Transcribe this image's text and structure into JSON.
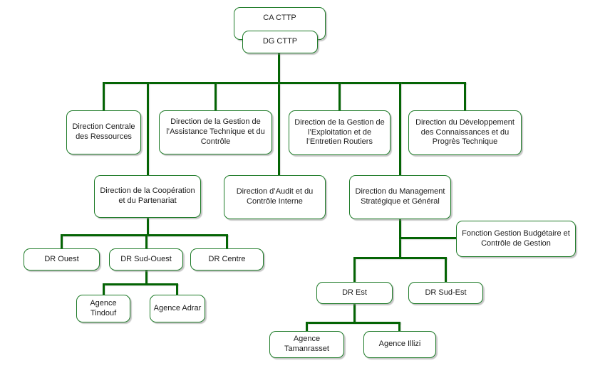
{
  "colors": {
    "box_border": "#1e7b28",
    "connector": "#046404",
    "text": "#1a1a1a",
    "background": "#ffffff"
  },
  "nodes": {
    "ca": {
      "label": "CA CTTP"
    },
    "dg": {
      "label": "DG CTTP"
    },
    "dcr": {
      "label": "Direction Centrale des Ressources"
    },
    "dgatc": {
      "label": "Direction de la Gestion de l’Assistance Technique et du Contrôle"
    },
    "dgeer": {
      "label": "Direction de la Gestion de l’Exploitation et de l’Entretien Routiers"
    },
    "ddcpt": {
      "label": "Direction du Développement des Connaissances et du Progrès Technique"
    },
    "dcp": {
      "label": "Direction de la Coopération et du Partenariat"
    },
    "daci": {
      "label": "Direction d’Audit et du Contrôle Interne"
    },
    "dmsg": {
      "label": "Direction du Management Stratégique et Général"
    },
    "fgbcg": {
      "label": "Fonction Gestion Budgétaire et Contrôle de Gestion"
    },
    "dr_ouest": {
      "label": "DR Ouest"
    },
    "dr_sud_ouest": {
      "label": "DR Sud-Ouest"
    },
    "dr_centre": {
      "label": "DR Centre"
    },
    "agence_tindouf": {
      "label": "Agence Tindouf"
    },
    "agence_adrar": {
      "label": "Agence Adrar"
    },
    "dr_est": {
      "label": "DR Est"
    },
    "dr_sud_est": {
      "label": "DR Sud-Est"
    },
    "agence_tamanrasset": {
      "label": "Agence Tamanrasset"
    },
    "agence_illizi": {
      "label": "Agence Illizi"
    }
  },
  "hierarchy": {
    "ca": [
      "dg"
    ],
    "dg": [
      "dcr",
      "dgatc",
      "dgeer",
      "ddcpt",
      "dcp",
      "daci",
      "dmsg"
    ],
    "dcp": [
      "dr_ouest",
      "dr_sud_ouest",
      "dr_centre"
    ],
    "dr_sud_ouest": [
      "agence_tindouf",
      "agence_adrar"
    ],
    "dmsg": [
      "fgbcg",
      "dr_est",
      "dr_sud_est"
    ],
    "dr_est": [
      "agence_tamanrasset",
      "agence_illizi"
    ]
  }
}
